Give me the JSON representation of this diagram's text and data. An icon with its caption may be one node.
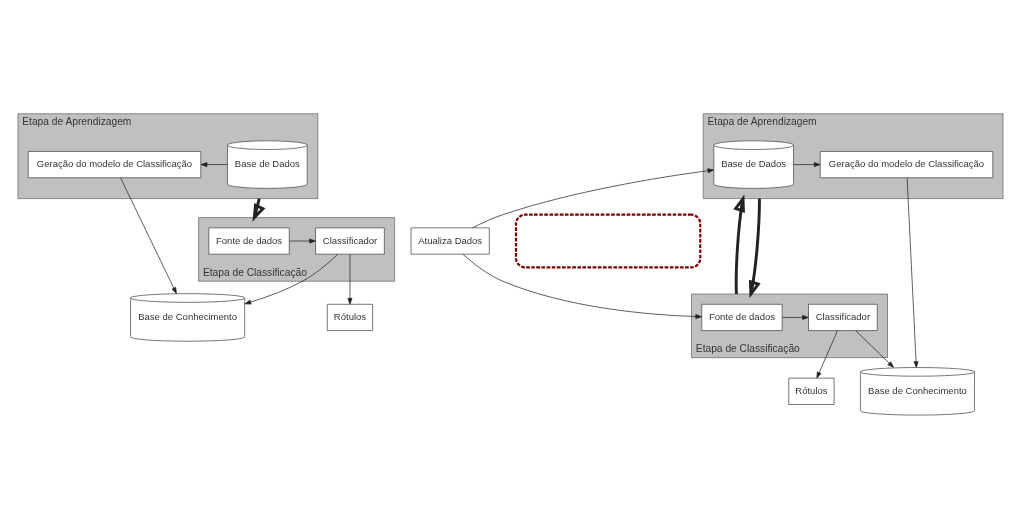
{
  "diagram": {
    "nodes": [
      {
        "text": [
          "Etapa de Aprendizagem"
        ]
      },
      {
        "text": [
          "Base de Dados"
        ],
        "in": 0
      },
      {
        "text": [
          "Geração do modelo de Classificação"
        ],
        "in": 0
      },
      {
        "text": [
          "Base de Conhecimento"
        ]
      },
      {
        "text": [
          "Etapa de Classificação"
        ]
      },
      {
        "text": [
          "Fonte de dados"
        ],
        "in": 4
      },
      {
        "text": [
          "Classificador"
        ],
        "in": 4
      },
      {
        "text": [
          "Rótulos"
        ]
      },
      {
        "text": [
          "Etapa de Aprendizagem"
        ]
      },
      {
        "text": [
          "Base de Dados"
        ],
        "in": 8
      },
      {
        "text": [
          "Geração do modelo de Classificação"
        ],
        "in": 8
      },
      {
        "text": [],
        "shape": "box"
      },
      {
        "text": [
          "Atualiza Dados"
        ]
      },
      {
        "text": [
          "Base de Conhecimento"
        ]
      },
      {
        "text": [
          "Etapa de Classificação"
        ]
      },
      {
        "text": [
          "Fonte de dados"
        ],
        "in": 14
      },
      {
        "text": [
          "Classificador"
        ],
        "in": 14
      },
      {
        "text": [
          "Rótulos"
        ]
      }
    ],
    "edges": [
      {
        "from": 1,
        "to": 2,
        "arrow": "to"
      },
      {
        "from": 2,
        "to": 3,
        "arrow": "to"
      },
      {
        "from": 0,
        "to": 4,
        "arrow": "to",
        "style": "thick"
      },
      {
        "from": 5,
        "to": 6,
        "arrow": "to"
      },
      {
        "from": 6,
        "to": 3,
        "arrow": "to"
      },
      {
        "from": 6,
        "to": 7,
        "arrow": "to"
      },
      {
        "from": 9,
        "to": 10,
        "arrow": "to"
      },
      {
        "from": 10,
        "to": 13,
        "arrow": "to"
      },
      {
        "from": 12,
        "to": 9,
        "arrow": "to"
      },
      {
        "from": 12,
        "to": 15,
        "arrow": "to"
      },
      {
        "from": 14,
        "to": 8,
        "arrow": "to",
        "style": "thick"
      },
      {
        "from": 8,
        "to": 14,
        "arrow": "to",
        "style": "thick"
      },
      {
        "from": 15,
        "to": 16,
        "arrow": "to"
      },
      {
        "from": 16,
        "to": 13,
        "arrow": "to"
      },
      {
        "from": 16,
        "to": 17,
        "arrow": "to"
      }
    ]
  }
}
